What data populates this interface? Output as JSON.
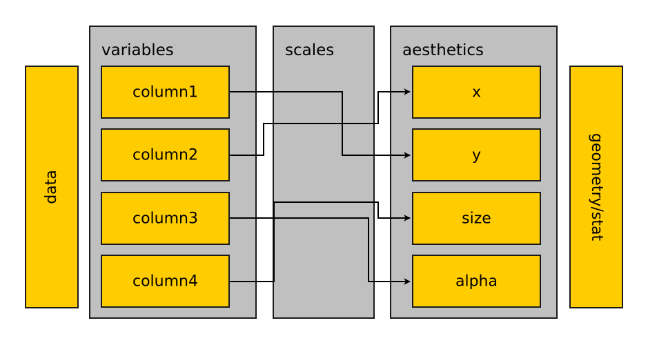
{
  "diagram": {
    "colors": {
      "panel": "#c0c0c0",
      "box": "#ffcc00",
      "stroke": "#1a1a1a"
    },
    "data_label": "data",
    "geometry_label": "geometry/stat",
    "panels": {
      "variables": {
        "title": "variables"
      },
      "scales": {
        "title": "scales"
      },
      "aesthetics": {
        "title": "aesthetics"
      }
    },
    "variables": [
      "column1",
      "column2",
      "column3",
      "column4"
    ],
    "aesthetics": [
      "x",
      "y",
      "size",
      "alpha"
    ],
    "mappings": [
      {
        "from": "column1",
        "to": "y"
      },
      {
        "from": "column2",
        "to": "x"
      },
      {
        "from": "column3",
        "to": "alpha"
      },
      {
        "from": "column4",
        "to": "size"
      }
    ]
  }
}
